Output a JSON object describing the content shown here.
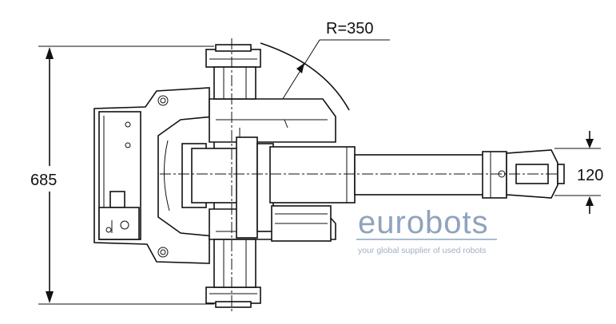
{
  "dimensions": {
    "height_label": "685",
    "radius_label": "R=350",
    "flange_label": "120"
  },
  "watermark": {
    "brand": "eurobots",
    "tagline": "your global supplier of used robots",
    "color": "#8fa3bd"
  }
}
